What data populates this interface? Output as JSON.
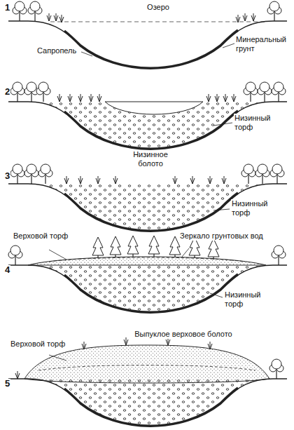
{
  "diagram": {
    "labels": [
      "1",
      "Озеро",
      "Сапропель",
      "Минеральный грунт",
      "2",
      "Низинный торф",
      "3",
      "Низинное болото",
      "Низинный торф",
      "Верховой торф",
      "Зеркало грунтовых вод",
      "4",
      "Низинный торф",
      "Выпуклое верховое болото",
      "Верховой торф",
      "5"
    ]
  }
}
